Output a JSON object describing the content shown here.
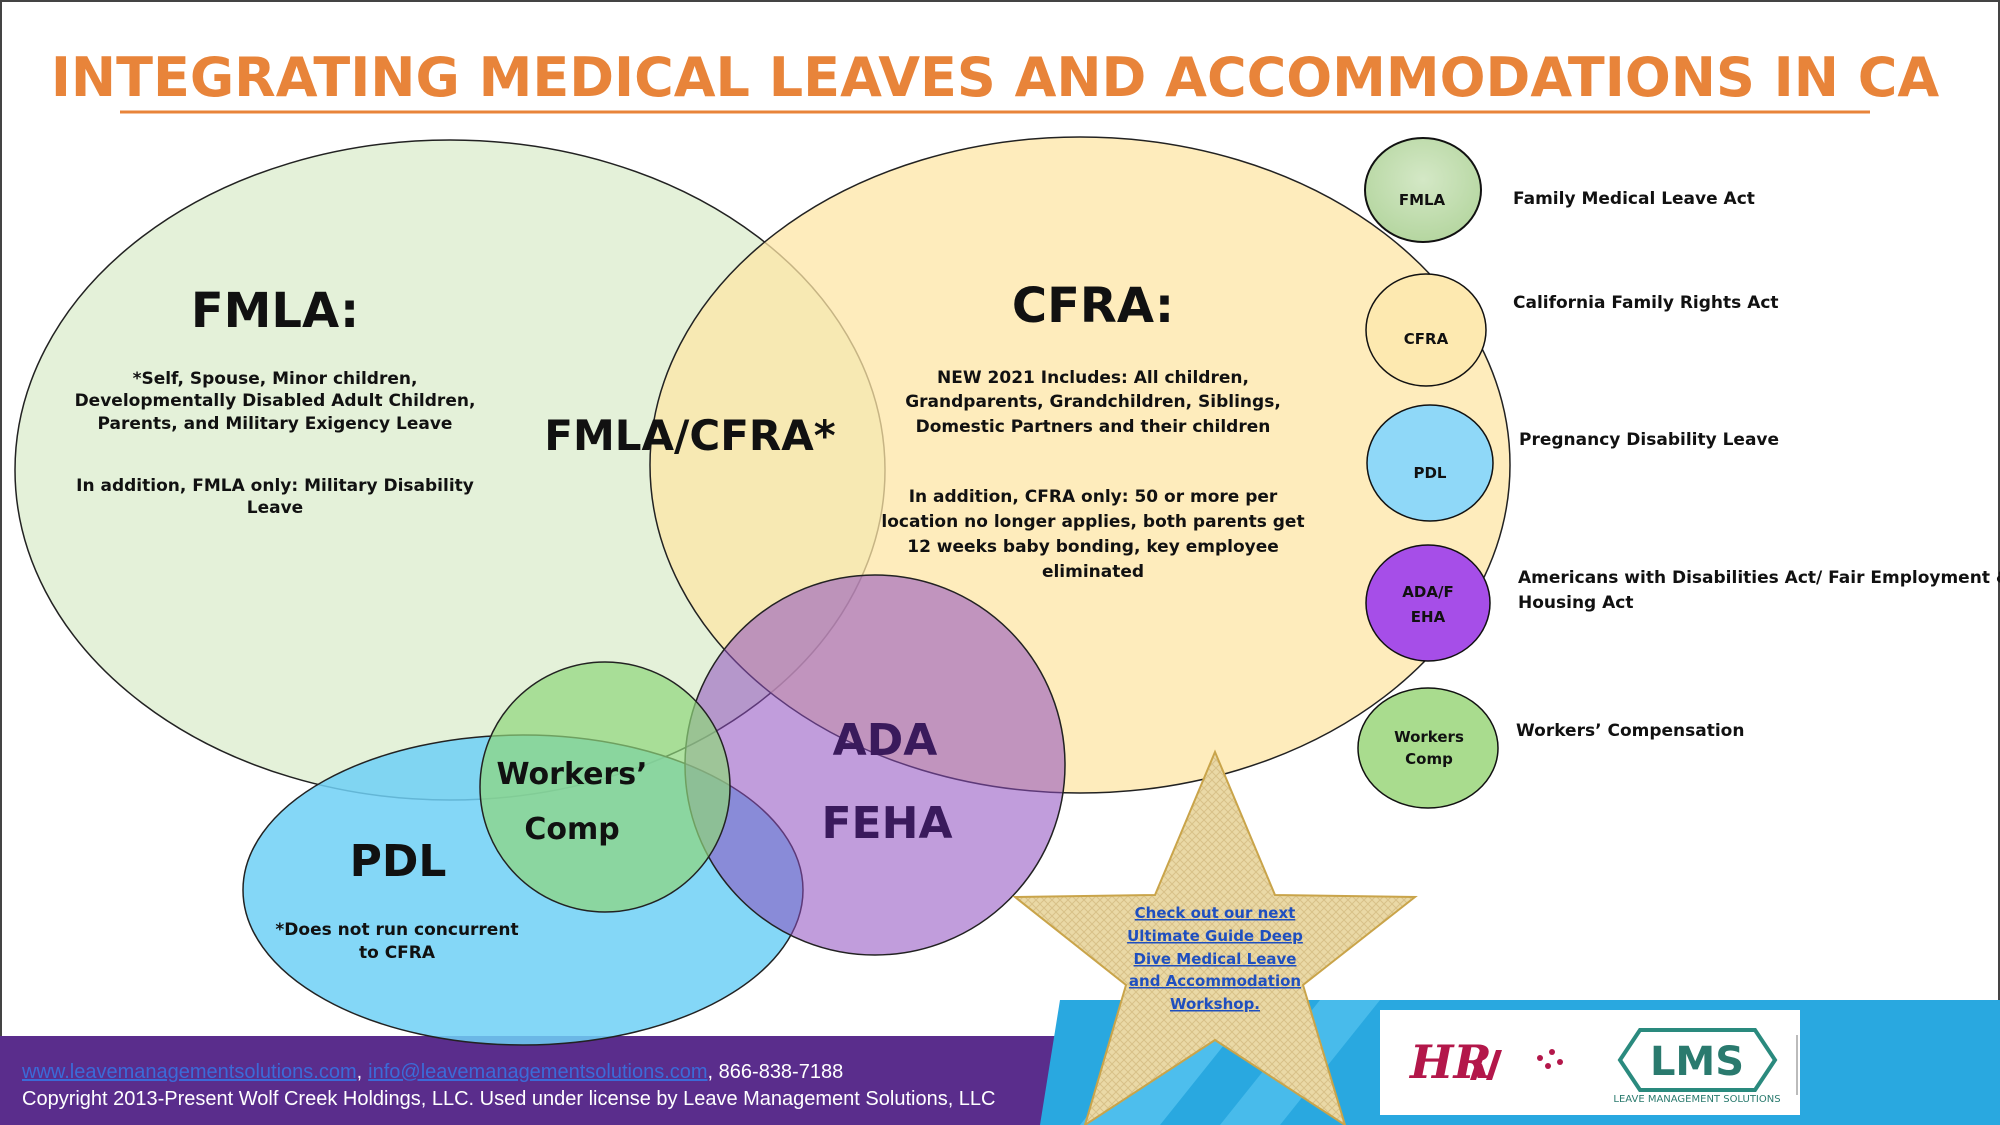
{
  "title": "INTEGRATING MEDICAL LEAVES AND ACCOMMODATIONS IN CA",
  "fmla": {
    "heading": "FMLA:",
    "line1": "*Self, Spouse, Minor children,",
    "line2": "Developmentally Disabled Adult Children,",
    "line3": "Parents, and Military Exigency Leave",
    "line4": "In addition, FMLA only: Military Disability",
    "line5": "Leave"
  },
  "cfra": {
    "heading": "CFRA:",
    "line1": "NEW 2021 Includes: All children,",
    "line2": "Grandparents, Grandchildren, Siblings,",
    "line3": "Domestic Partners and their children",
    "line4": "In addition, CFRA only: 50 or more per",
    "line5": "location no longer applies, both parents get",
    "line6": "12 weeks baby bonding, key employee",
    "line7": "eliminated"
  },
  "overlap_label": "FMLA/CFRA*",
  "ada": {
    "line1": "ADA",
    "line2": "FEHA"
  },
  "workers": {
    "line1": "Workers’",
    "line2": "Comp"
  },
  "pdl": {
    "heading": "PDL",
    "note1": "*Does not run concurrent",
    "note2": "to CFRA"
  },
  "legend": [
    {
      "circle_text": [
        "FMLA"
      ],
      "label": [
        "Family Medical Leave Act"
      ],
      "color": "#c6e0b4"
    },
    {
      "circle_text": [
        "CFRA"
      ],
      "label": [
        "California Family Rights Act"
      ],
      "color": "#fde9b0"
    },
    {
      "circle_text": [
        "PDL"
      ],
      "label": [
        "Pregnancy Disability Leave"
      ],
      "color": "#8fd8f8"
    },
    {
      "circle_text": [
        "ADA/F",
        "EHA"
      ],
      "label": [
        "Americans with Disabilities Act/ Fair Employment &",
        "Housing Act"
      ],
      "color": "#a64ee8"
    },
    {
      "circle_text": [
        "Workers",
        "Comp"
      ],
      "label": [
        "Workers’ Compensation"
      ],
      "color": "#a9dc8e"
    }
  ],
  "star": {
    "line1": "Check out our next",
    "line2": "Ultimate Guide Deep",
    "line3": "Dive Medical Leave",
    "line4": "and Accommodation",
    "line5": "Workshop."
  },
  "footer": {
    "website": "www.leavemanagementsolutions.com",
    "sep": ",",
    "email": "info@leavemanagementsolutions.com",
    "phone": ", 866-838-7188",
    "copyright": "Copyright 2013-Present Wolf Creek Holdings, LLC. Used under license by Leave Management Solutions, LLC"
  },
  "logos": {
    "hr": "HR",
    "lms": "LMS",
    "lms_sub": "LEAVE MANAGEMENT SOLUTIONS"
  },
  "colors": {
    "title": "#e8843a",
    "footer_bg": "#5a2d8c",
    "footer_right": "#29a8e0"
  }
}
